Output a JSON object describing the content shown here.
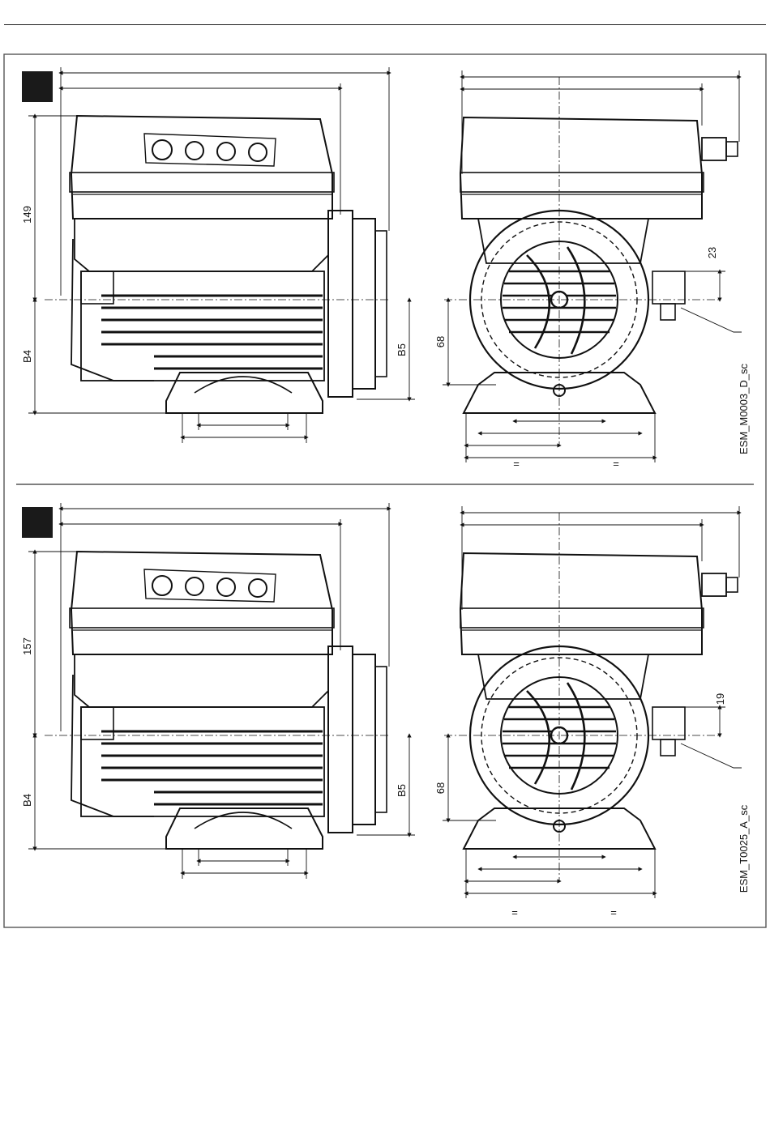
{
  "panels": [
    {
      "dims": {
        "height_top": "149",
        "b4": "B4",
        "b5": "B5",
        "h68": "68",
        "h23": "23",
        "eq_left": "=",
        "eq_right": "="
      },
      "code": "ESM_M0003_D_sc"
    },
    {
      "dims": {
        "height_top": "157",
        "b4": "B4",
        "b5": "B5",
        "h68": "68",
        "h23": "19",
        "eq_left": "=",
        "eq_right": "="
      },
      "code": "ESM_T0025_A_sc"
    }
  ],
  "colors": {
    "line": "#111111",
    "frame": "#555555",
    "marker": "#1a1a1a"
  }
}
